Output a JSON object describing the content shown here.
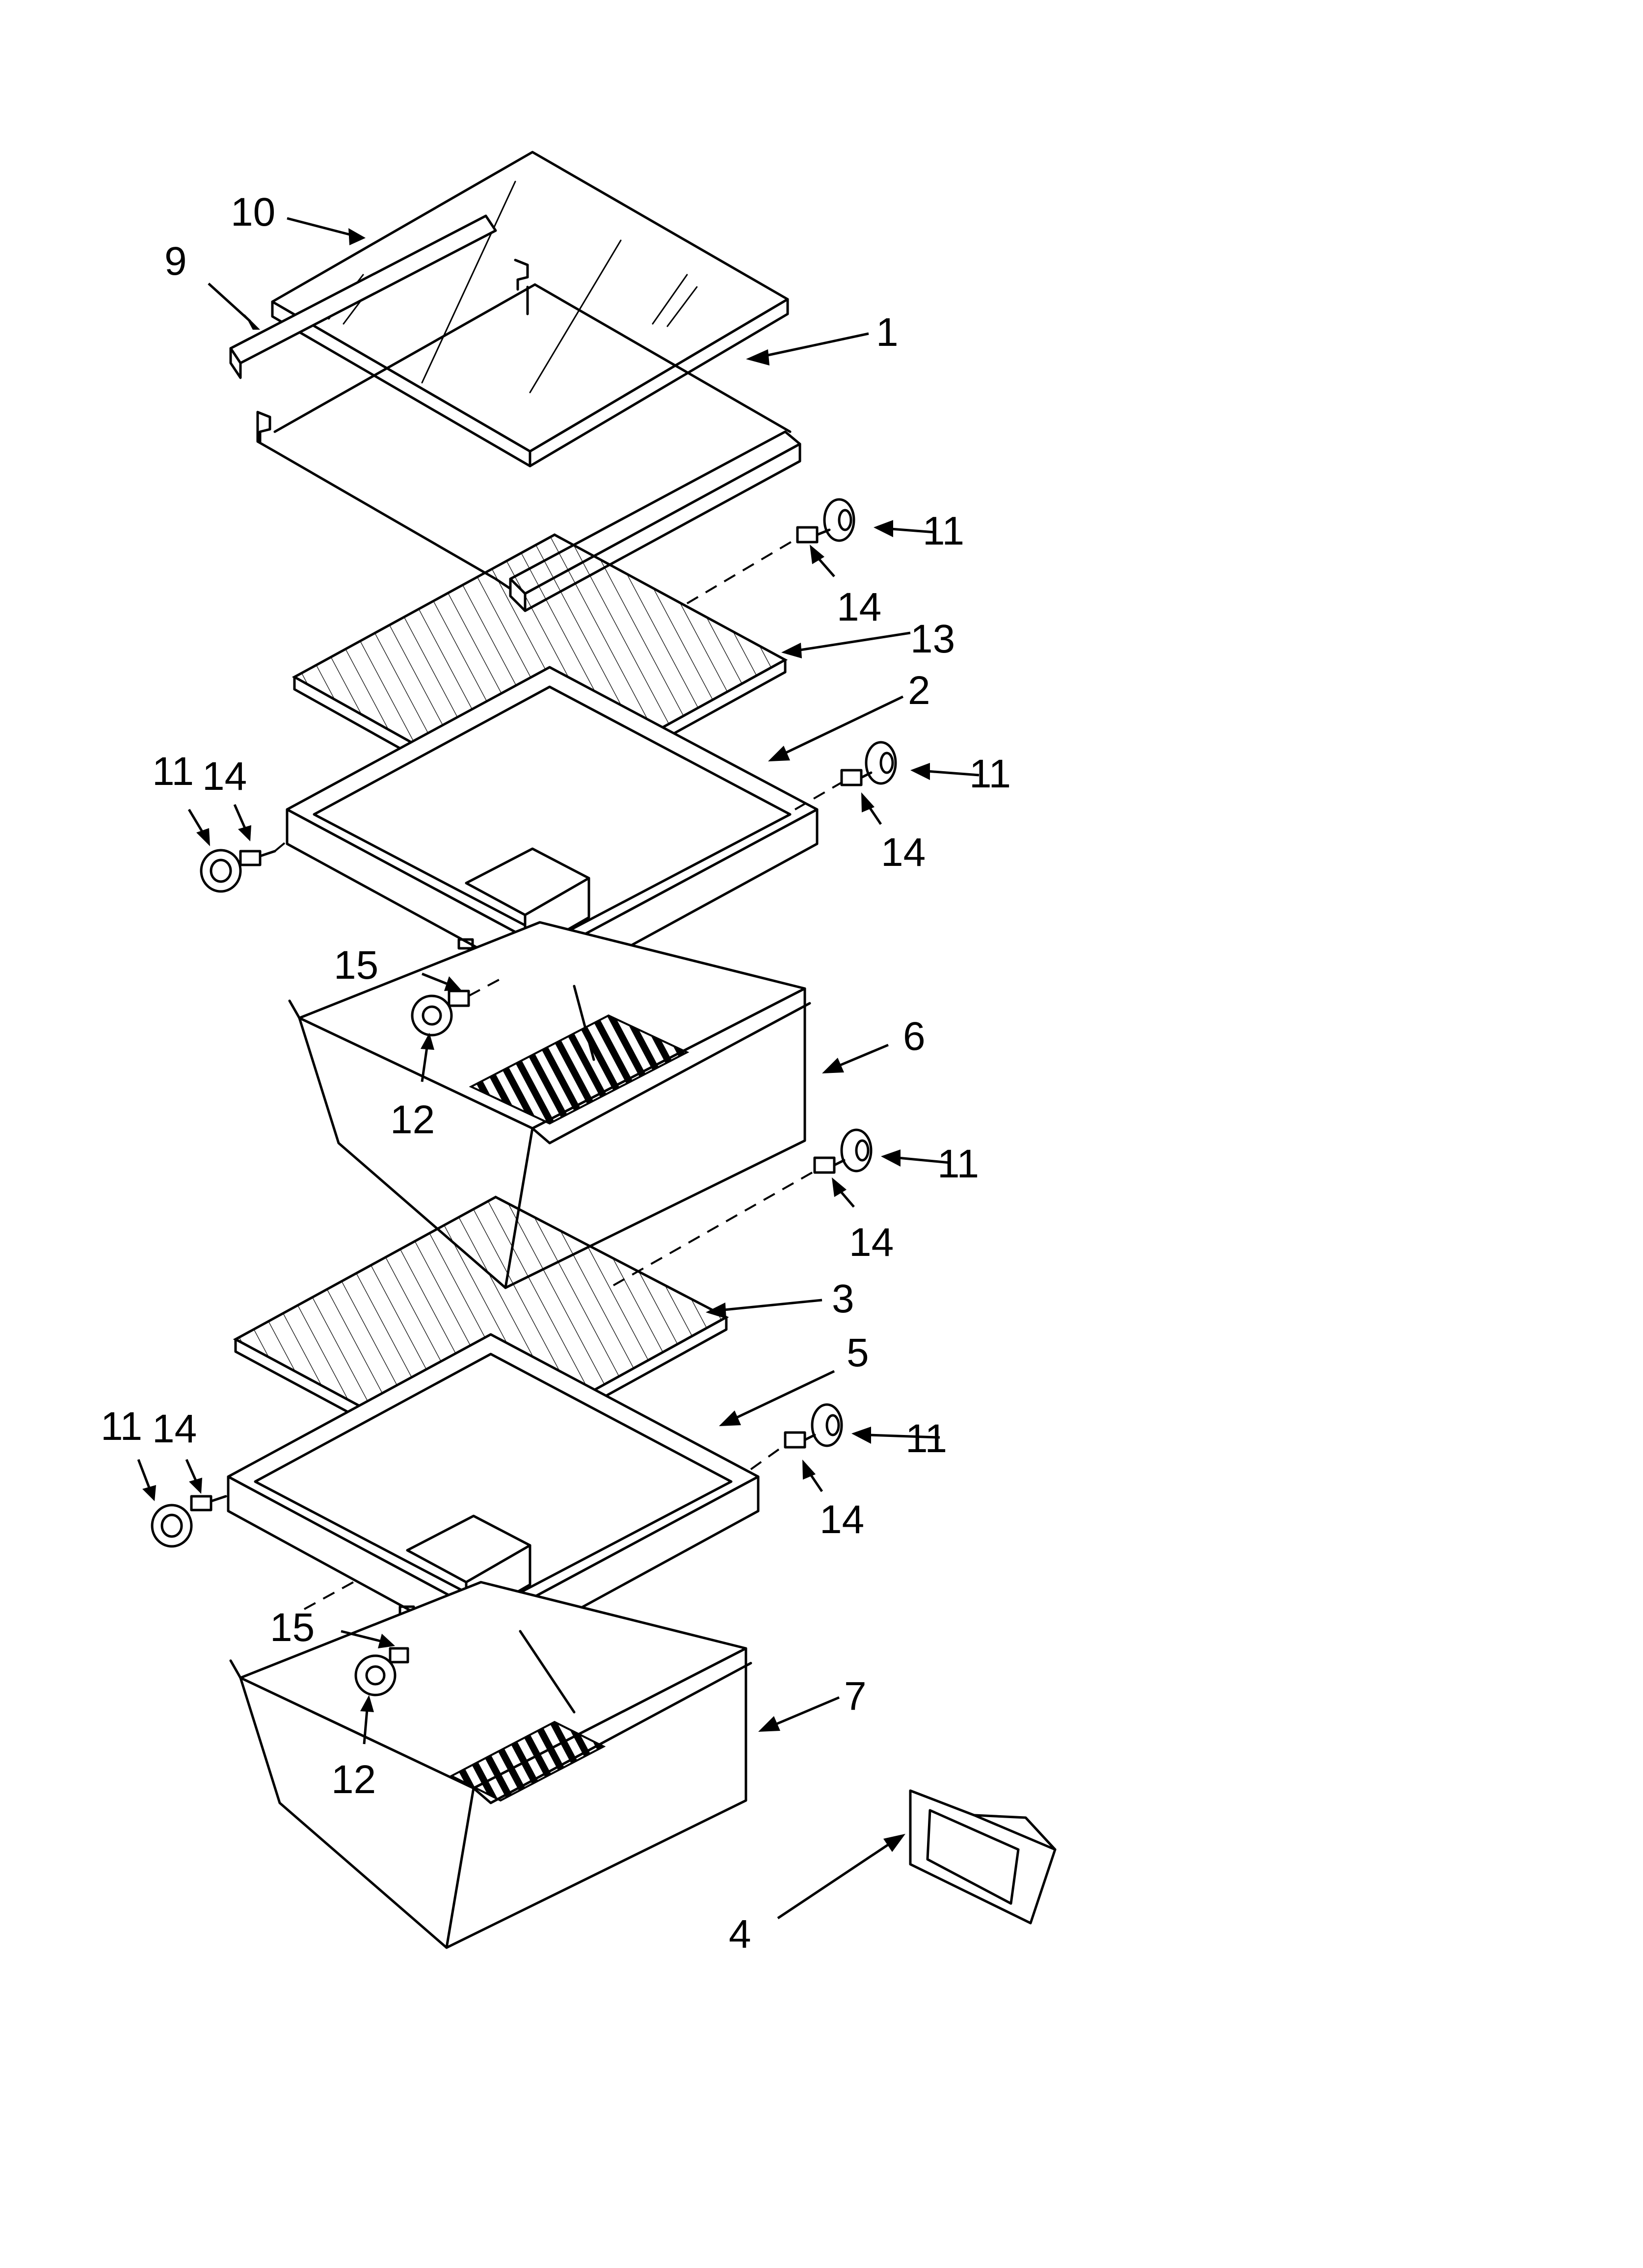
{
  "diagram": {
    "callouts": {
      "c1": "1",
      "c2": "2",
      "c3": "3",
      "c4": "4",
      "c5": "5",
      "c6": "6",
      "c7": "7",
      "c9": "9",
      "c10": "10",
      "c11a": "11",
      "c14a": "14",
      "c13": "13",
      "c11b": "11",
      "c14b": "14",
      "c11c": "11",
      "c14c": "14",
      "c15a": "15",
      "c12a": "12",
      "c11d": "11",
      "c14d": "14",
      "c11e": "11",
      "c14e": "14",
      "c11f": "11",
      "c14f": "14",
      "c15b": "15",
      "c12b": "12"
    }
  }
}
